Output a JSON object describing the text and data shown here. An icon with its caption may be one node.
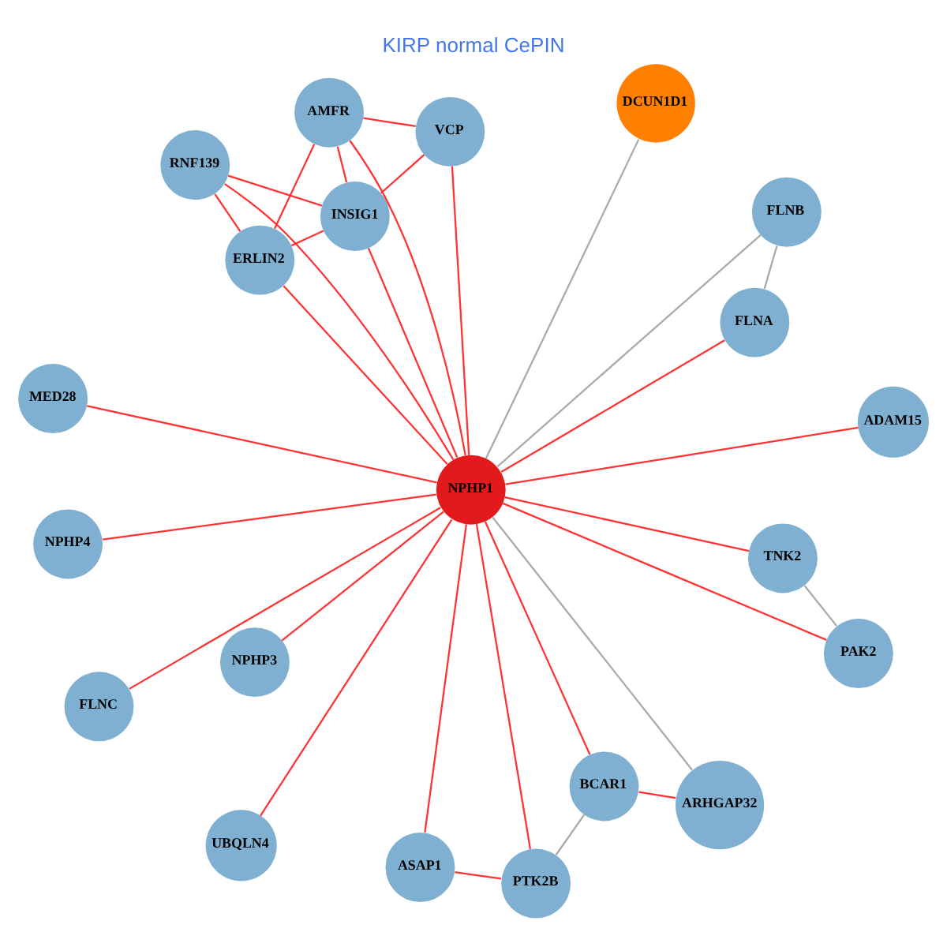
{
  "diagram": {
    "title": "KIRP normal CePIN",
    "nodes": [
      {
        "text": [
          "DCUN1D1"
        ]
      },
      {
        "text": [
          "UBQLN4"
        ]
      },
      {
        "text": [
          "PAK2"
        ]
      },
      {
        "text": [
          "MED28"
        ]
      },
      {
        "text": [
          "FLNC"
        ]
      },
      {
        "text": [
          "FLNB"
        ]
      },
      {
        "text": [
          "TNK2"
        ]
      },
      {
        "text": [
          "FLNA"
        ]
      },
      {
        "text": [
          "NPHP3"
        ]
      },
      {
        "text": [
          "NPHP1"
        ]
      },
      {
        "text": [
          "RNF139"
        ]
      },
      {
        "text": [
          "ADAM15"
        ]
      },
      {
        "text": [
          "ERLIN2"
        ]
      },
      {
        "text": [
          "INSIG1"
        ]
      },
      {
        "text": [
          "NPHP4"
        ]
      },
      {
        "text": [
          "AMFR"
        ]
      },
      {
        "text": [
          "PTK2B"
        ]
      },
      {
        "text": [
          "ASAP1"
        ]
      },
      {
        "text": [
          "VCP"
        ]
      },
      {
        "text": [
          "BCAR1"
        ]
      },
      {
        "text": [
          "ARHGAP32"
        ]
      }
    ],
    "edges": [
      {
        "from": 9,
        "to": 0,
        "arrow": "none",
        "color": "#aaaaaa"
      },
      {
        "from": 9,
        "to": 1,
        "arrow": "none"
      },
      {
        "from": 9,
        "to": 2,
        "arrow": "none"
      },
      {
        "from": 9,
        "to": 3,
        "arrow": "none"
      },
      {
        "from": 9,
        "to": 4,
        "arrow": "none"
      },
      {
        "from": 9,
        "to": 5,
        "arrow": "none",
        "color": "#aaaaaa"
      },
      {
        "from": 2,
        "to": 6,
        "arrow": "none",
        "color": "#aaaaaa"
      },
      {
        "from": 5,
        "to": 7,
        "arrow": "none",
        "color": "#aaaaaa"
      },
      {
        "from": 9,
        "to": 6,
        "arrow": "none"
      },
      {
        "from": 9,
        "to": 7,
        "arrow": "none"
      },
      {
        "from": 9,
        "to": 8,
        "arrow": "none"
      },
      {
        "from": 9,
        "to": 10,
        "arrow": "none"
      },
      {
        "from": 9,
        "to": 11,
        "arrow": "none"
      },
      {
        "from": 9,
        "to": 12,
        "arrow": "none"
      },
      {
        "from": 9,
        "to": 13,
        "arrow": "none"
      },
      {
        "from": 9,
        "to": 14,
        "arrow": "none"
      },
      {
        "from": 9,
        "to": 15,
        "arrow": "none"
      },
      {
        "from": 9,
        "to": 18,
        "arrow": "none"
      },
      {
        "from": 9,
        "to": 16,
        "arrow": "none"
      },
      {
        "from": 9,
        "to": 17,
        "arrow": "none"
      },
      {
        "from": 9,
        "to": 19,
        "arrow": "none"
      },
      {
        "from": 9,
        "to": 20,
        "arrow": "none",
        "color": "#aaaaaa"
      },
      {
        "from": 10,
        "to": 12,
        "arrow": "none"
      },
      {
        "from": 10,
        "to": 13,
        "arrow": "none"
      },
      {
        "from": 12,
        "to": 13,
        "arrow": "none"
      },
      {
        "from": 12,
        "to": 15,
        "arrow": "none"
      },
      {
        "from": 13,
        "to": 15,
        "arrow": "none"
      },
      {
        "from": 13,
        "to": 18,
        "arrow": "none"
      },
      {
        "from": 15,
        "to": 18,
        "arrow": "none"
      },
      {
        "from": 16,
        "to": 17,
        "arrow": "none"
      },
      {
        "from": 16,
        "to": 19,
        "arrow": "none",
        "color": "#aaaaaa"
      },
      {
        "from": 19,
        "to": 20,
        "arrow": "none"
      }
    ]
  }
}
